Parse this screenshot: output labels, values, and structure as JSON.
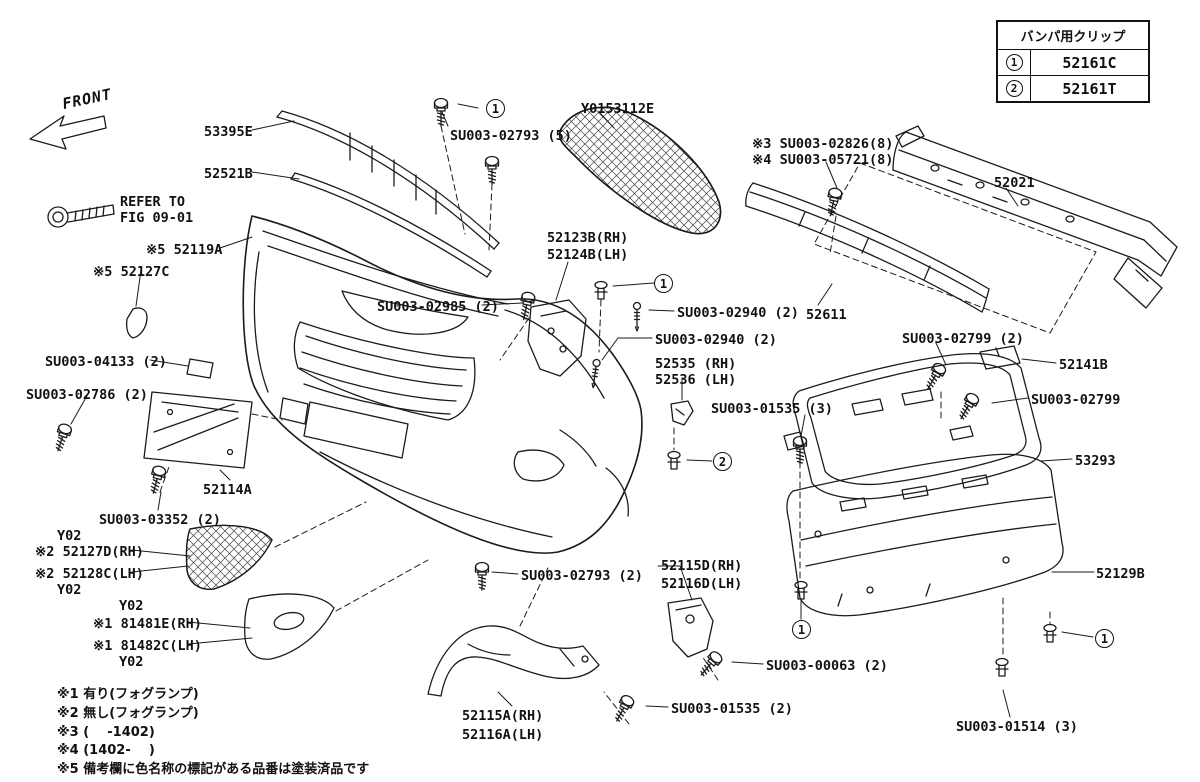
{
  "clip_table": {
    "header": "バンパ用クリップ",
    "rows": [
      {
        "num": "1",
        "part": "52161C"
      },
      {
        "num": "2",
        "part": "52161T"
      }
    ]
  },
  "callouts": {
    "one": "1",
    "two": "2"
  },
  "front_arrow": {
    "label": "FRONT"
  },
  "refer_note": {
    "line1": "REFER TO",
    "line2": "FIG 09-01"
  },
  "parts": {
    "p53395e": "53395E",
    "p52521b": "52521B",
    "p52119a": "※5 52119A",
    "p52127c": "※5 52127C",
    "y0153112e": "Y0153112E",
    "p52021": "52021",
    "p52123b": "52123B(RH)",
    "p52124b": "52124B(LH)",
    "p52611": "52611",
    "p52535": "52535 (RH)",
    "p52536": "52536 (LH)",
    "p52141b": "52141B",
    "p53293": "53293",
    "p52114a": "52114A",
    "y02": "Y02",
    "p52127d": "※2 52127D(RH)",
    "p52128c": "※2 52128C(LH)",
    "p81481e": "※1 81481E(RH)",
    "p81482c": "※1 81482C(LH)",
    "p52115d": "52115D(RH)",
    "p52116d": "52116D(LH)",
    "p52129b": "52129B",
    "p52115a": "52115A(RH)",
    "p52116a": "52116A(LH)"
  },
  "fasteners": {
    "su02793_5": "SU003-02793 (5)",
    "su02826": "※3 SU003-02826(8)",
    "su05721": "※4 SU003-05721(8)",
    "su02985": "SU003-02985 (2)",
    "su02940": "SU003-02940 (2)",
    "su02799_2": "SU003-02799 (2)",
    "su02799": "SU003-02799",
    "su04133": "SU003-04133 (2)",
    "su02786": "SU003-02786 (2)",
    "su01535_3": "SU003-01535 (3)",
    "su03352": "SU003-03352 (2)",
    "su02793_2": "SU003-02793 (2)",
    "su00063": "SU003-00063 (2)",
    "su01535_2": "SU003-01535 (2)",
    "su01514": "SU003-01514 (3)"
  },
  "footnotes": [
    "※1 有り(フォグランプ)",
    "※2 無し(フォグランプ)",
    "※3 (    -1402)",
    "※4 (1402-    )",
    "※5 備考欄に色名称の標記がある品番は塗装済品です"
  ]
}
